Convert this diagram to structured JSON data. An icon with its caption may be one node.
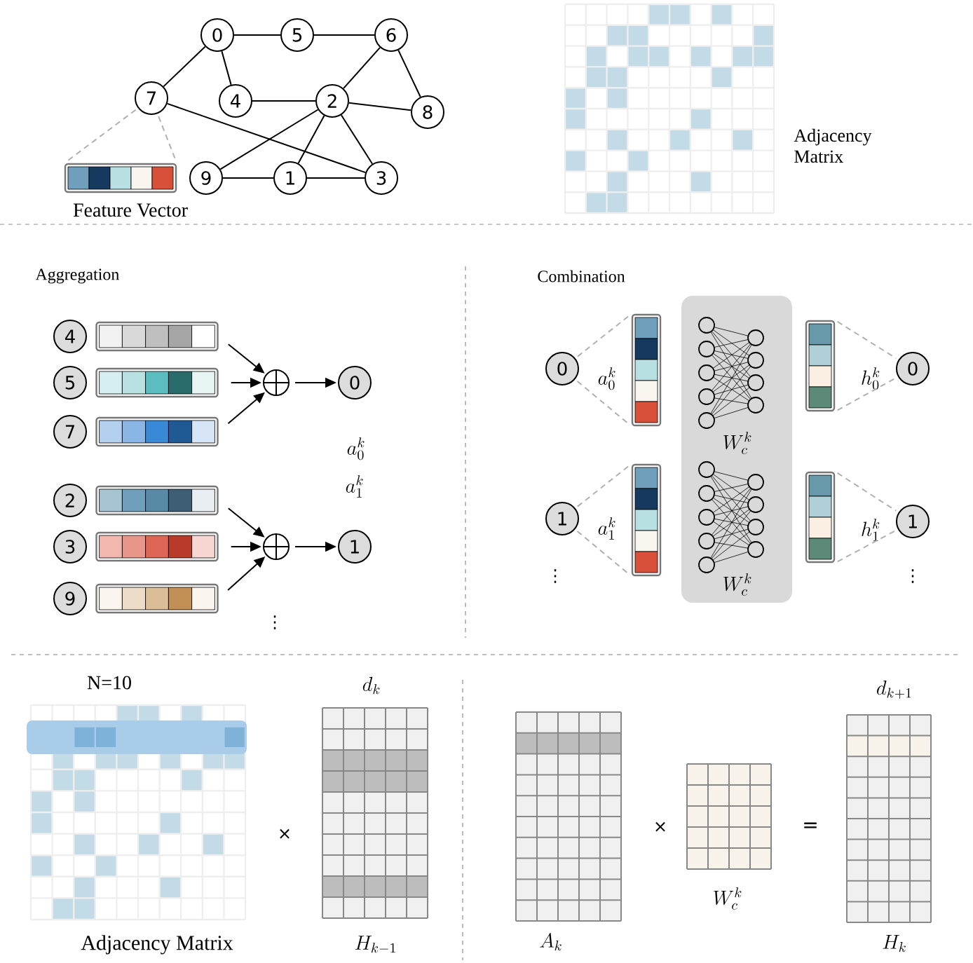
{
  "diagram": {
    "nodes": [
      {
        "text": [
          "0"
        ]
      },
      {
        "text": [
          "5"
        ]
      },
      {
        "text": [
          "6"
        ]
      },
      {
        "text": [
          "7"
        ]
      },
      {
        "text": [
          "4"
        ]
      },
      {
        "text": [
          "2"
        ]
      },
      {
        "text": [
          "8"
        ]
      },
      {
        "text": [
          "9"
        ]
      },
      {
        "text": [
          "1"
        ]
      },
      {
        "text": [
          "3"
        ]
      },
      {
        "text": [
          "Feature Vector"
        ]
      },
      {
        "text": [
          "4"
        ]
      },
      {
        "text": [
          "5"
        ]
      },
      {
        "text": [
          "7"
        ]
      },
      {
        "text": [
          "2"
        ]
      },
      {
        "text": [
          "3"
        ]
      },
      {
        "text": [
          "9"
        ]
      },
      {
        "text": [],
        "shape": "bar"
      },
      {
        "text": [],
        "shape": "bar"
      },
      {
        "text": [],
        "shape": "bar"
      },
      {
        "text": [],
        "shape": "bar"
      },
      {
        "text": [],
        "shape": "bar"
      },
      {
        "text": [],
        "shape": "bar"
      },
      {
        "text": [],
        "shape": "circle"
      },
      {
        "text": [],
        "shape": "circle"
      },
      {
        "text": [
          "0"
        ],
        "beside": [
          "a_0^k"
        ]
      },
      {
        "text": [
          "1"
        ],
        "beside": [
          "a_1^k"
        ]
      },
      {
        "text": [
          "0"
        ]
      },
      {
        "text": [
          "1"
        ]
      },
      {
        "text": [],
        "shape": "bar",
        "beside": [
          "a_0^k"
        ]
      },
      {
        "text": [],
        "shape": "bar",
        "beside": [
          "a_1^k"
        ]
      },
      {
        "text": [
          "W_c^k",
          "W_c^k"
        ]
      },
      {
        "text": [],
        "shape": "bar",
        "beside": [
          "h_0^k"
        ]
      },
      {
        "text": [],
        "shape": "bar",
        "beside": [
          "h_1^k"
        ]
      },
      {
        "text": [
          "0"
        ]
      },
      {
        "text": [
          "1"
        ]
      }
    ],
    "edges": [
      {
        "from": 0,
        "to": 1,
        "arrow": "none"
      },
      {
        "from": 1,
        "to": 2,
        "arrow": "none"
      },
      {
        "from": 0,
        "to": 3,
        "arrow": "none"
      },
      {
        "from": 0,
        "to": 4,
        "arrow": "none"
      },
      {
        "from": 4,
        "to": 5,
        "arrow": "none"
      },
      {
        "from": 2,
        "to": 5,
        "arrow": "none"
      },
      {
        "from": 2,
        "to": 6,
        "arrow": "none"
      },
      {
        "from": 5,
        "to": 6,
        "arrow": "none"
      },
      {
        "from": 3,
        "to": 9,
        "arrow": "none"
      },
      {
        "from": 5,
        "to": 7,
        "arrow": "none"
      },
      {
        "from": 5,
        "to": 8,
        "arrow": "none"
      },
      {
        "from": 5,
        "to": 9,
        "arrow": "none"
      },
      {
        "from": 7,
        "to": 8,
        "arrow": "none"
      },
      {
        "from": 8,
        "to": 9,
        "arrow": "none"
      },
      {
        "from": 3,
        "to": 10,
        "arrow": "none",
        "style": "dashed",
        "color": "#b0b0b0"
      },
      {
        "from": 3,
        "to": 10,
        "arrow": "none",
        "style": "dashed",
        "color": "#b0b0b0"
      },
      {
        "from": 17,
        "to": 23,
        "arrow": "to"
      },
      {
        "from": 18,
        "to": 23,
        "arrow": "to"
      },
      {
        "from": 19,
        "to": 23,
        "arrow": "to"
      },
      {
        "from": 20,
        "to": 24,
        "arrow": "to"
      },
      {
        "from": 21,
        "to": 24,
        "arrow": "to"
      },
      {
        "from": 22,
        "to": 24,
        "arrow": "to"
      },
      {
        "from": 23,
        "to": 25,
        "arrow": "to"
      },
      {
        "from": 24,
        "to": 26,
        "arrow": "to"
      },
      {
        "from": 27,
        "to": 29,
        "arrow": "none",
        "style": "dashed",
        "color": "#b0b0b0"
      },
      {
        "from": 27,
        "to": 29,
        "arrow": "none",
        "style": "dashed",
        "color": "#b0b0b0"
      },
      {
        "from": 28,
        "to": 30,
        "arrow": "none",
        "style": "dashed",
        "color": "#b0b0b0"
      },
      {
        "from": 28,
        "to": 30,
        "arrow": "none",
        "style": "dashed",
        "color": "#b0b0b0"
      },
      {
        "from": 32,
        "to": 34,
        "arrow": "none",
        "style": "dashed",
        "color": "#b0b0b0"
      },
      {
        "from": 32,
        "to": 34,
        "arrow": "none",
        "style": "dashed",
        "color": "#b0b0b0"
      },
      {
        "from": 33,
        "to": 35,
        "arrow": "none",
        "style": "dashed",
        "color": "#b0b0b0"
      },
      {
        "from": 33,
        "to": 35,
        "arrow": "none",
        "style": "dashed",
        "color": "#b0b0b0"
      }
    ],
    "labels": [
      "Adjacency Matrix",
      "Aggregation",
      "Combination",
      "⋮",
      "⋮",
      "⋮",
      "N=10",
      "d_k",
      "×",
      "Adjacency Matrix",
      "H_{k-1}",
      "A_k",
      "×",
      "W_c^k",
      "=",
      "d_{k+1}",
      "H_k"
    ]
  }
}
